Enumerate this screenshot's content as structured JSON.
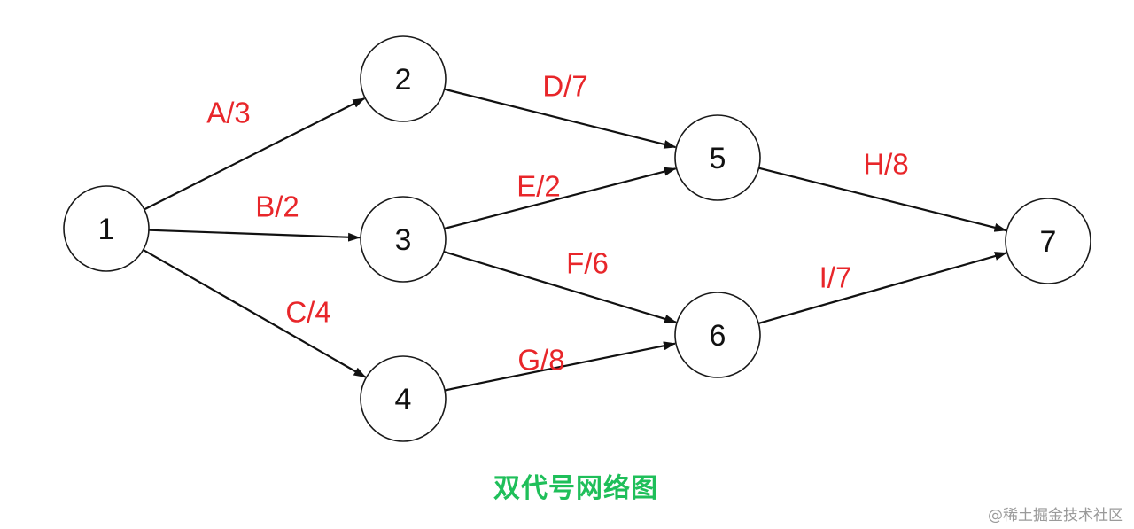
{
  "colors": {
    "edge_label": "#e8262a",
    "caption": "#1fbf5a",
    "watermark": "#9a9a9a"
  },
  "nodes": [
    {
      "id": "1",
      "label": "1"
    },
    {
      "id": "2",
      "label": "2"
    },
    {
      "id": "3",
      "label": "3"
    },
    {
      "id": "4",
      "label": "4"
    },
    {
      "id": "5",
      "label": "5"
    },
    {
      "id": "6",
      "label": "6"
    },
    {
      "id": "7",
      "label": "7"
    }
  ],
  "edges": [
    {
      "from": "1",
      "to": "2",
      "label": "A/3"
    },
    {
      "from": "1",
      "to": "3",
      "label": "B/2"
    },
    {
      "from": "1",
      "to": "4",
      "label": "C/4"
    },
    {
      "from": "2",
      "to": "5",
      "label": "D/7"
    },
    {
      "from": "3",
      "to": "5",
      "label": "E/2"
    },
    {
      "from": "3",
      "to": "6",
      "label": "F/6"
    },
    {
      "from": "4",
      "to": "6",
      "label": "G/8"
    },
    {
      "from": "5",
      "to": "7",
      "label": "H/8"
    },
    {
      "from": "6",
      "to": "7",
      "label": "I/7"
    }
  ],
  "caption": "双代号网络图",
  "watermark": "@稀土掘金技术社区"
}
